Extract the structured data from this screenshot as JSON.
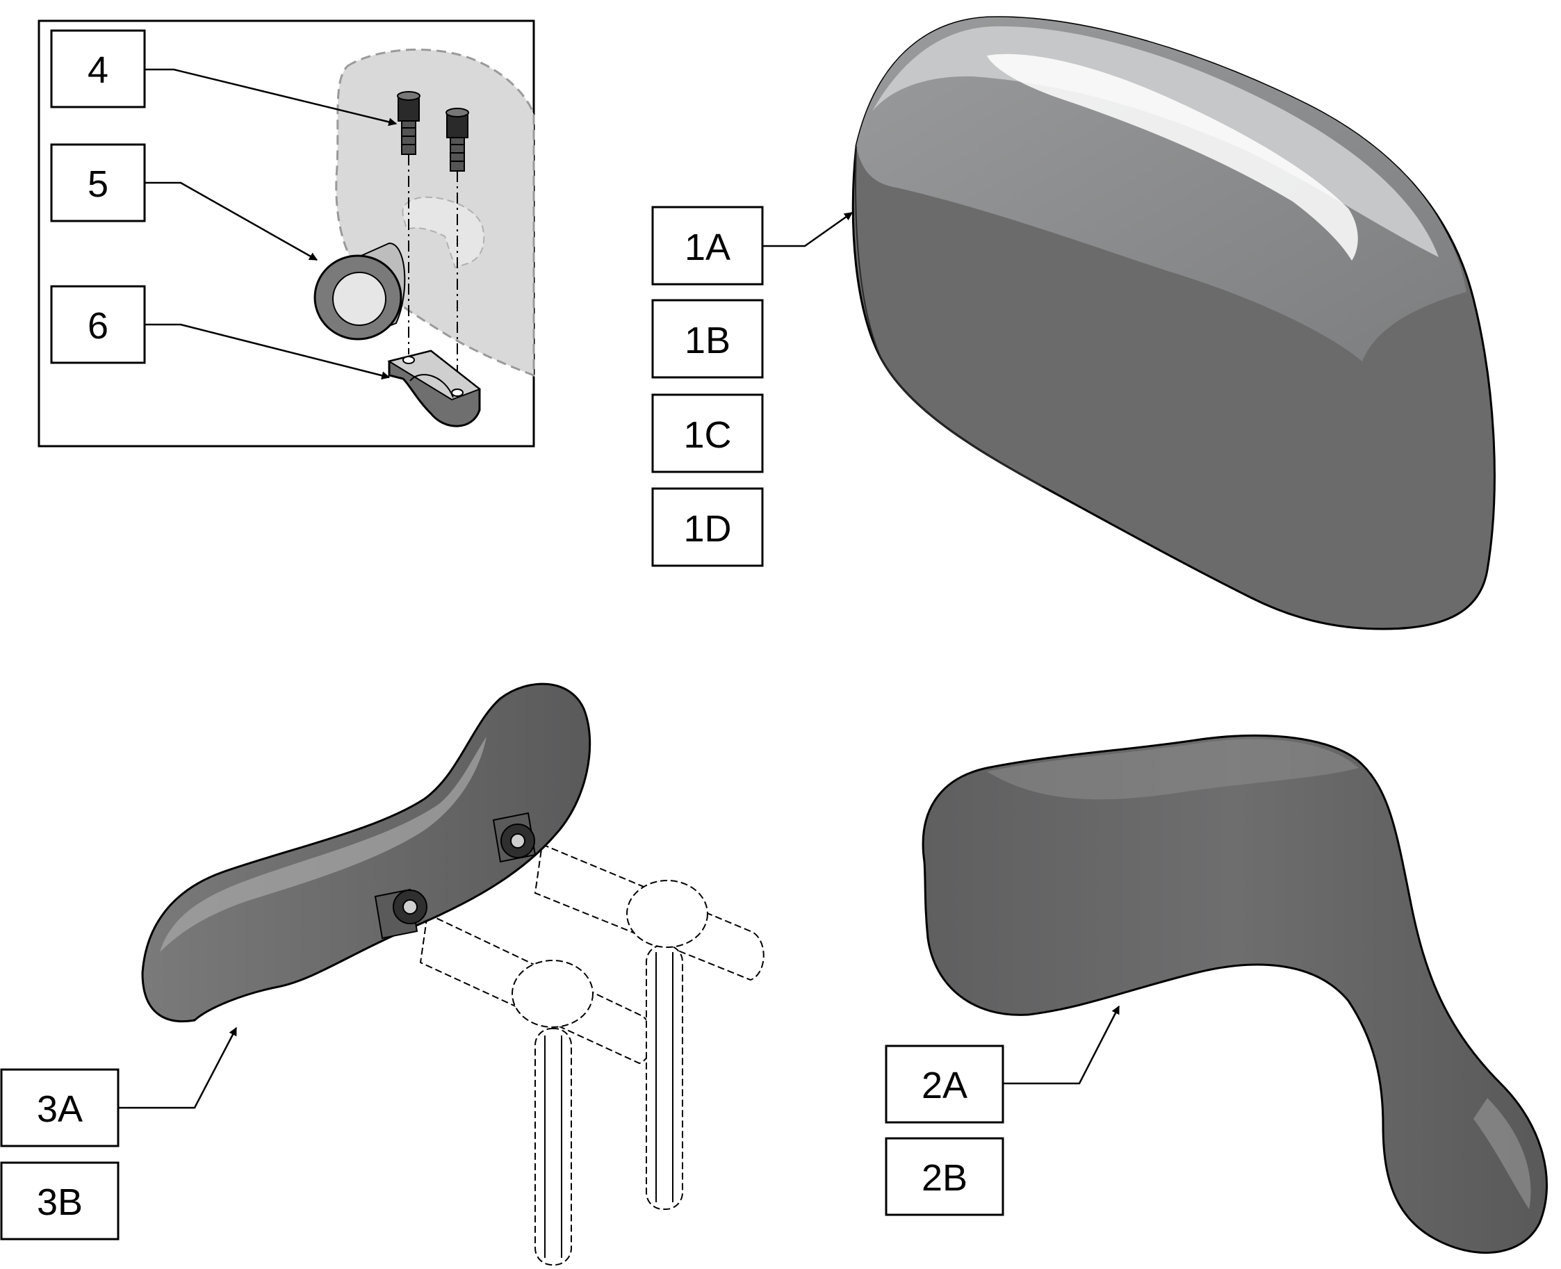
{
  "callouts": {
    "c4": "4",
    "c5": "5",
    "c6": "6",
    "c1a": "1A",
    "c1b": "1B",
    "c1c": "1C",
    "c1d": "1D",
    "c2a": "2A",
    "c2b": "2B",
    "c3a": "3A",
    "c3b": "3B"
  },
  "parts": {
    "inset": [
      "socket-head-screw-icon",
      "spacer-ring-icon",
      "clamp-half-icon",
      "headrest-outline-icon"
    ],
    "headrest_1": "large-oval-headrest-icon",
    "headrest_2": "curved-headrest-icon",
    "headrest_3": "headrest-with-mount-icon"
  },
  "colors": {
    "pad_dark": "#6a6a6a",
    "pad_mid": "#8a8a8b",
    "pad_light": "#c8c9ca",
    "ghost": "#dcdcdc",
    "line": "#000000"
  }
}
